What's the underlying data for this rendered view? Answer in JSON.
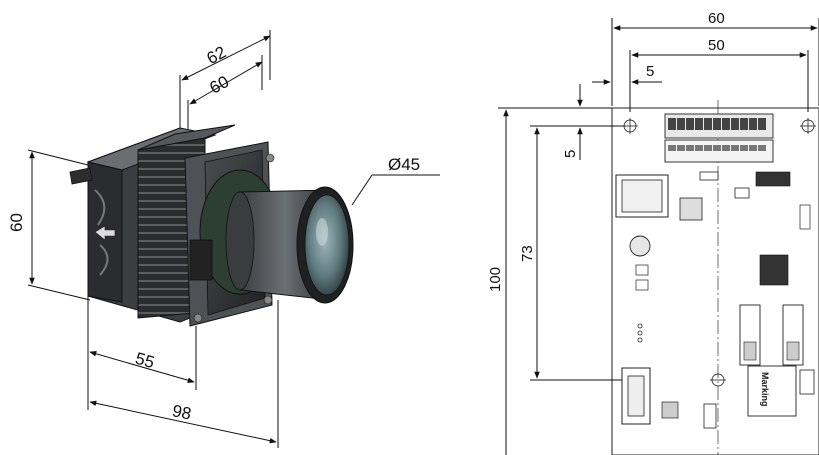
{
  "camera_dimensions": {
    "depth_outer": "62",
    "depth_inner": "60",
    "height": "60",
    "lens_diameter": "Ø45",
    "body_length": "55",
    "total_length": "98"
  },
  "board_dimensions": {
    "width_outer": "60",
    "width_inner": "50",
    "edge_offset_x": "5",
    "edge_offset_y": "5",
    "hole_spacing_y": "73",
    "height": "100"
  },
  "board_labels": {
    "marking": "Marking"
  }
}
